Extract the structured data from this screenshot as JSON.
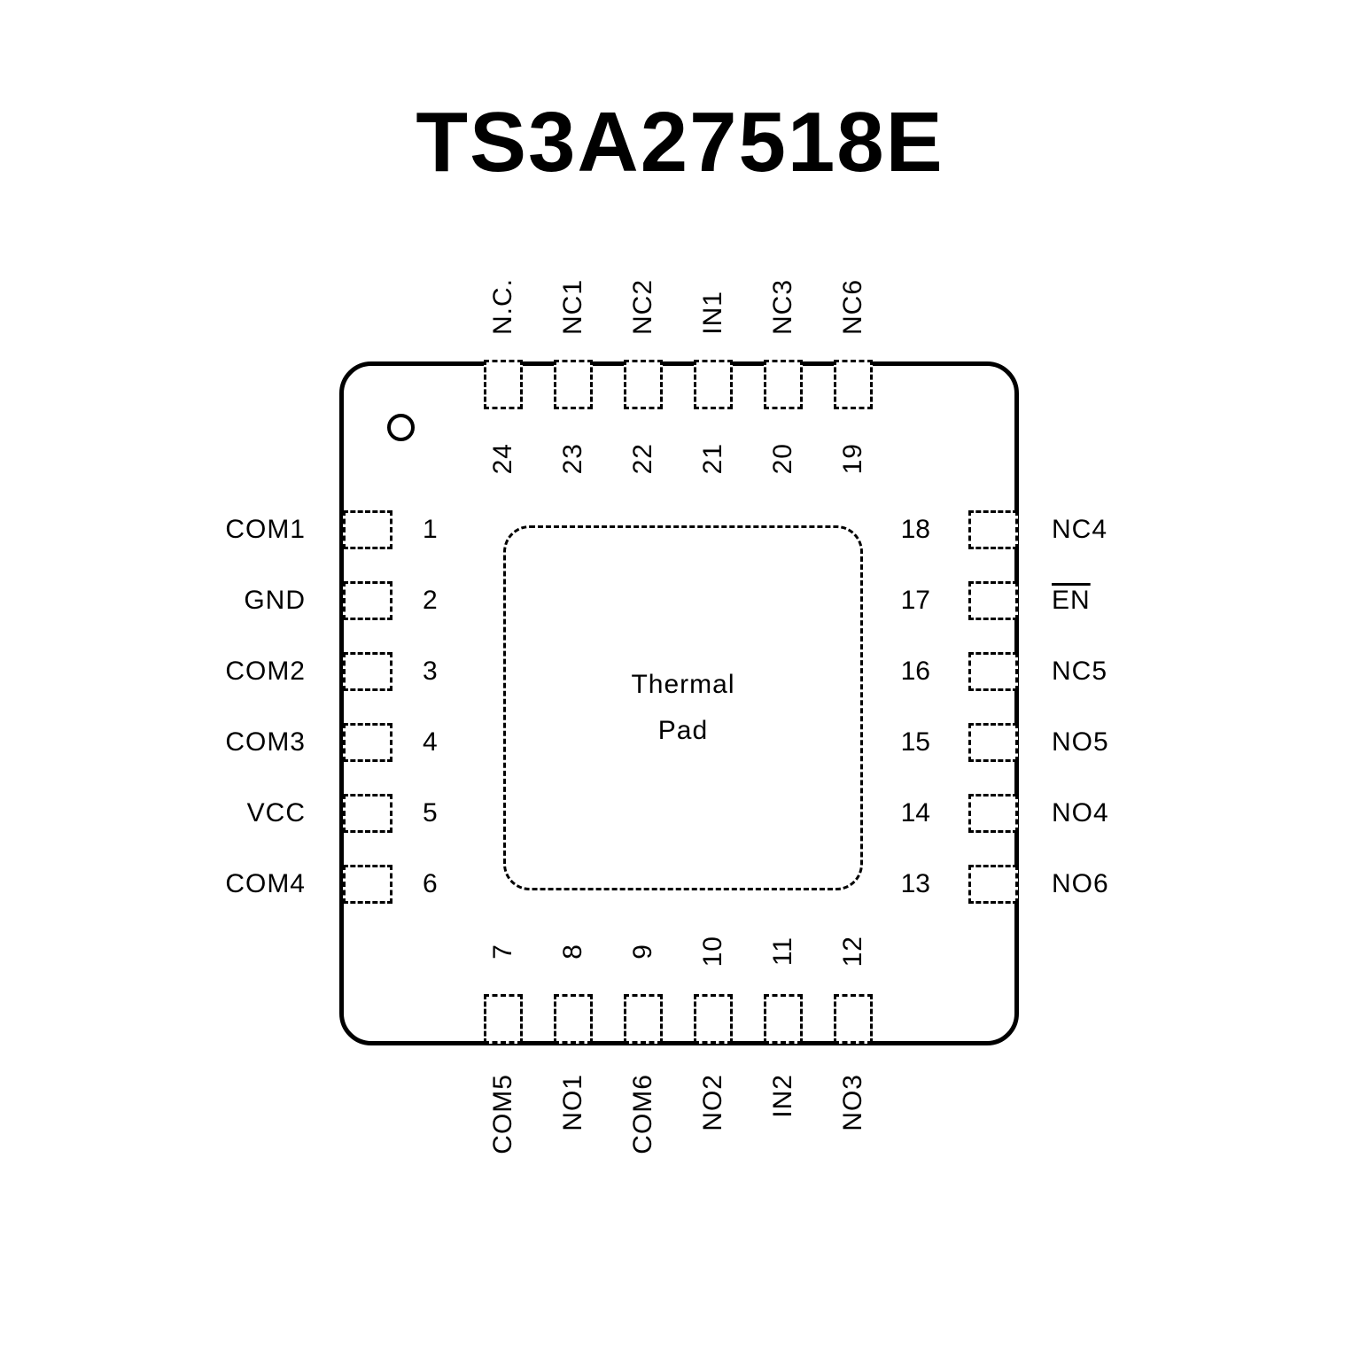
{
  "title": "TS3A27518E",
  "thermal_pad": {
    "line1": "Thermal",
    "line2": "Pad"
  },
  "pins": {
    "top": [
      {
        "number": "24",
        "label": "N.C."
      },
      {
        "number": "23",
        "label": "NC1"
      },
      {
        "number": "22",
        "label": "NC2"
      },
      {
        "number": "21",
        "label": "IN1"
      },
      {
        "number": "20",
        "label": "NC3"
      },
      {
        "number": "19",
        "label": "NC6"
      }
    ],
    "left": [
      {
        "number": "1",
        "label": "COM1"
      },
      {
        "number": "2",
        "label": "GND"
      },
      {
        "number": "3",
        "label": "COM2"
      },
      {
        "number": "4",
        "label": "COM3"
      },
      {
        "number": "5",
        "label": "VCC"
      },
      {
        "number": "6",
        "label": "COM4"
      }
    ],
    "right": [
      {
        "number": "18",
        "label": "NC4"
      },
      {
        "number": "17",
        "label": "EN",
        "overline": true
      },
      {
        "number": "16",
        "label": "NC5"
      },
      {
        "number": "15",
        "label": "NO5"
      },
      {
        "number": "14",
        "label": "NO4"
      },
      {
        "number": "13",
        "label": "NO6"
      }
    ],
    "bottom": [
      {
        "number": "7",
        "label": "COM5"
      },
      {
        "number": "8",
        "label": "NO1"
      },
      {
        "number": "9",
        "label": "COM6"
      },
      {
        "number": "10",
        "label": "NO2"
      },
      {
        "number": "11",
        "label": "IN2"
      },
      {
        "number": "12",
        "label": "NO3"
      }
    ]
  }
}
